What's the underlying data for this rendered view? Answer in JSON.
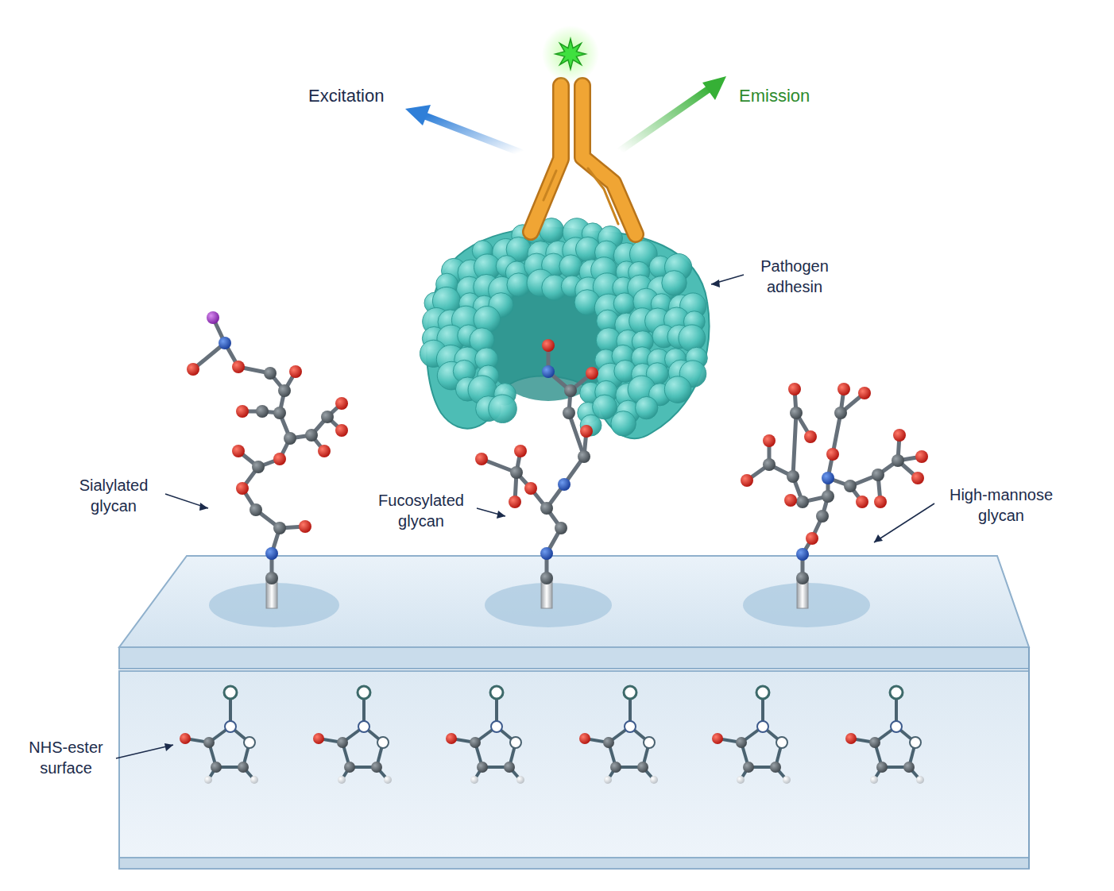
{
  "diagram": {
    "labels": [
      "Excitation",
      "Emission",
      "Pathogen adhesin",
      "Sialylated glycan",
      "Fucosylated glycan",
      "High-mannose glycan",
      "NHS-ester surface"
    ]
  }
}
